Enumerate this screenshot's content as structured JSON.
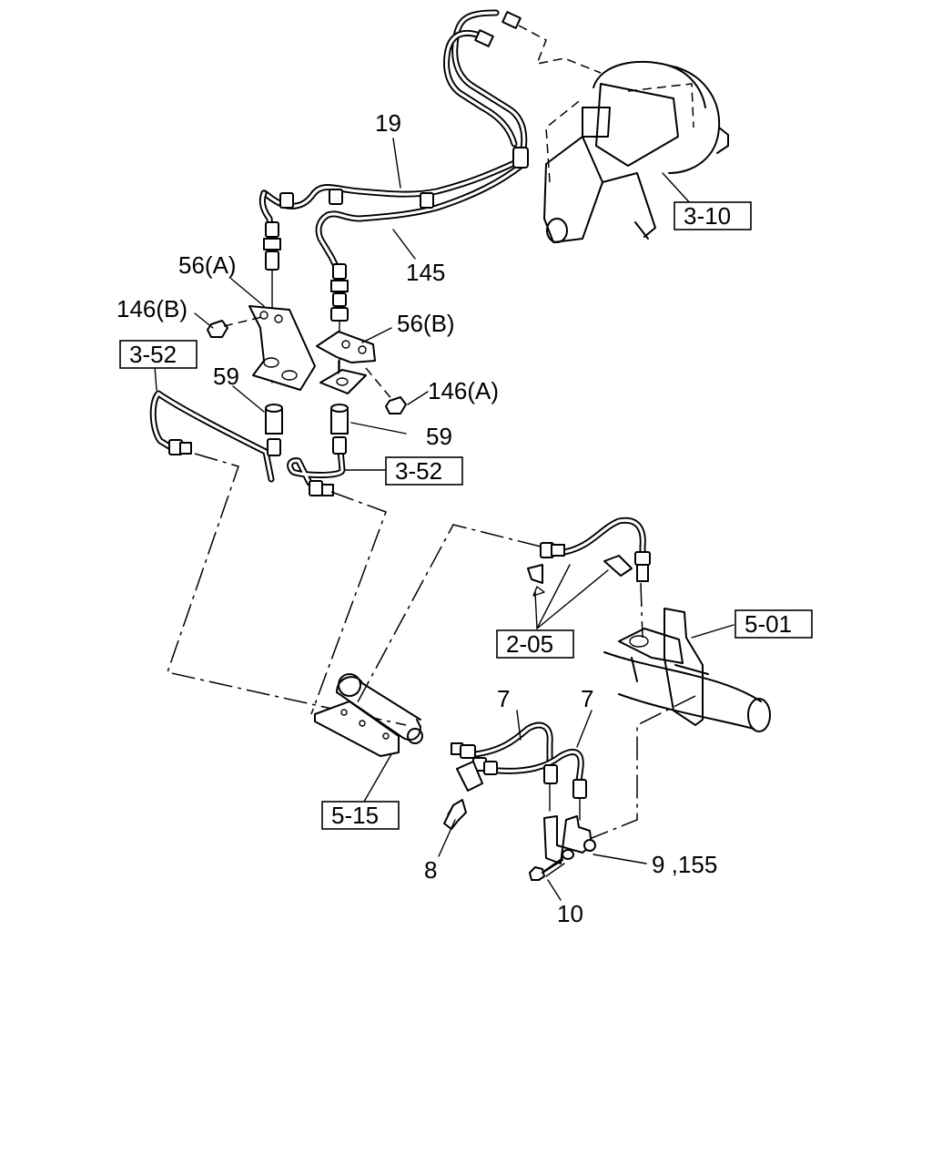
{
  "labels": {
    "l19": "19",
    "l145": "145",
    "l56a": "56(A)",
    "l56b": "56(B)",
    "l146b": "146(B)",
    "l146a": "146(A)",
    "l59a": "59",
    "l59b": "59",
    "l7a": "7",
    "l7b": "7",
    "l8": "8",
    "l9155": "9 ,155",
    "l10": "10"
  },
  "refs": {
    "r310": "3-10",
    "r352a": "3-52",
    "r352b": "3-52",
    "r205": "2-05",
    "r501": "5-01",
    "r515": "5-15"
  }
}
